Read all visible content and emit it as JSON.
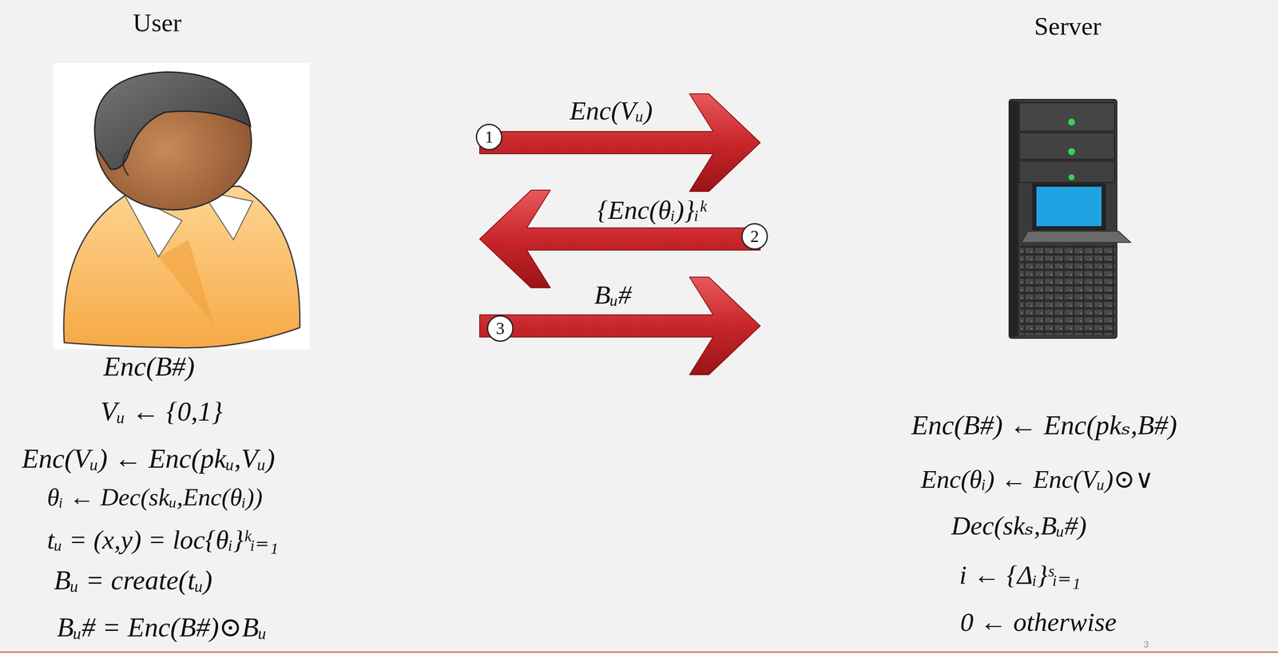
{
  "diagram": {
    "nodes": [
      {
        "text": [
          "User"
        ]
      },
      {
        "text": [
          "Server"
        ]
      }
    ],
    "edges": [
      {
        "from": 0,
        "to": 1,
        "arrow": "to",
        "label": "Enc(Vᵤ)"
      },
      {
        "from": 1,
        "to": 0,
        "arrow": "to",
        "label": "{Enc(θᵢ)}ᵢᵏ"
      },
      {
        "from": 0,
        "to": 1,
        "arrow": "to",
        "label": "Bᵤ#"
      }
    ],
    "labels": [
      "Enc(B#)",
      "Vᵤ ← {0,1}",
      "Enc(Vᵤ) ← Enc(pkᵤ,Vᵤ)",
      "θᵢ ← Dec(skᵤ,Enc(θᵢ))",
      "tᵤ = (x,y) = loc{θᵢ}ᵏᵢ₌₁",
      "Bᵤ = create(tᵤ)",
      "Bᵤ# = Enc(B#)⊙Bᵤ",
      "1",
      "2",
      "3",
      "Enc(B#) ← Enc(pkₛ,B#)",
      "Enc(θᵢ) ← Enc(Vᵤ)⊙∨",
      "Dec(skₛ,Bᵤ#)",
      "i ← {Δᵢ}ˢᵢ₌₁",
      "0 ← otherwise",
      "3"
    ]
  }
}
